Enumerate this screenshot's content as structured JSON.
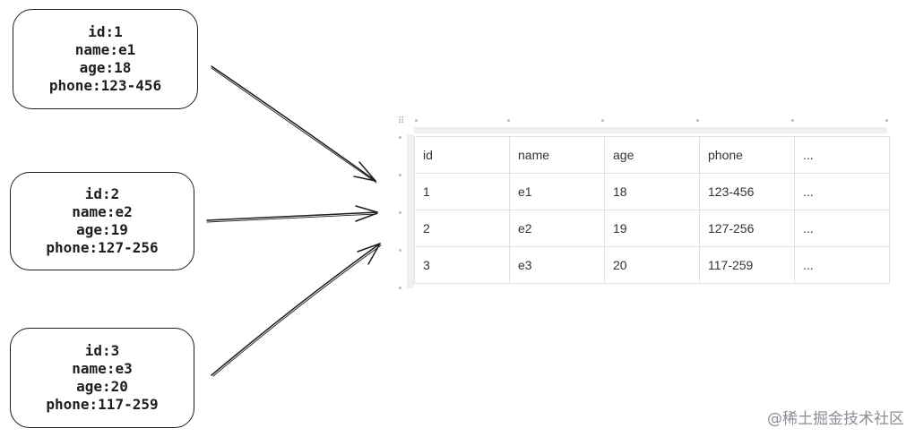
{
  "records": [
    {
      "id": "id:1",
      "name": "name:e1",
      "age": "age:18",
      "phone": "phone:123-456"
    },
    {
      "id": "id:2",
      "name": "name:e2",
      "age": "age:19",
      "phone": "phone:127-256"
    },
    {
      "id": "id:3",
      "name": "name:e3",
      "age": "age:20",
      "phone": "phone:117-259"
    }
  ],
  "table": {
    "header": [
      "id",
      "name",
      "age",
      "phone",
      "..."
    ],
    "rows": [
      [
        "1",
        "e1",
        "18",
        "123-456",
        "..."
      ],
      [
        "2",
        "e2",
        "19",
        "127-256",
        "..."
      ],
      [
        "3",
        "e3",
        "20",
        "117-259",
        "..."
      ]
    ]
  },
  "watermark": "@稀土掘金技术社区",
  "colors": {
    "stroke": "#1e1e1e",
    "grid": "#dfe2e6",
    "bar": "#eef0f3"
  }
}
